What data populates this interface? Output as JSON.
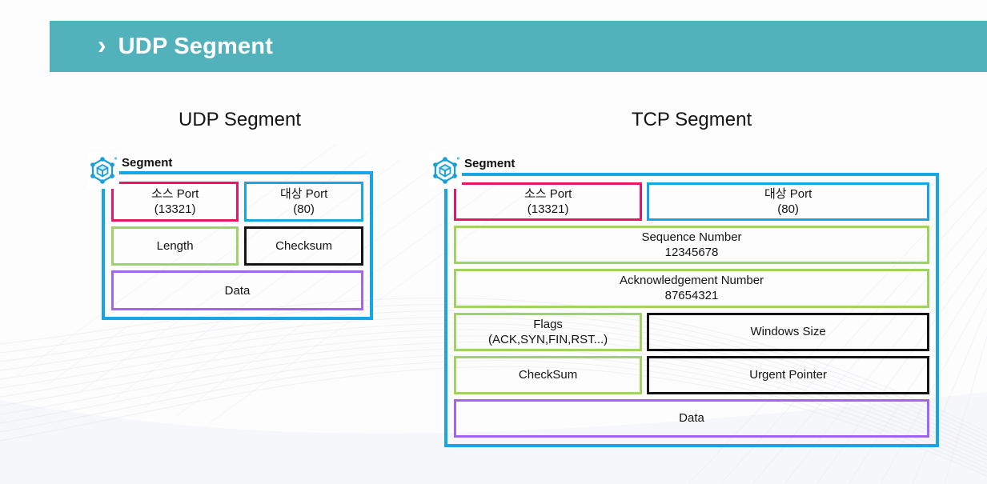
{
  "header": {
    "chevron": "›",
    "title": "UDP Segment"
  },
  "left_diagram": {
    "title": "UDP Segment",
    "segment_label": "Segment",
    "fields": {
      "source_port": {
        "line1": "소스 Port",
        "line2": "(13321)"
      },
      "dest_port": {
        "line1": "대상 Port",
        "line2": "(80)"
      },
      "length": {
        "line1": "Length",
        "line2": ""
      },
      "checksum": {
        "line1": "Checksum",
        "line2": ""
      },
      "data": {
        "line1": "Data",
        "line2": ""
      }
    }
  },
  "right_diagram": {
    "title": "TCP Segment",
    "segment_label": "Segment",
    "fields": {
      "source_port": {
        "line1": "소스 Port",
        "line2": "(13321)"
      },
      "dest_port": {
        "line1": "대상 Port",
        "line2": "(80)"
      },
      "sequence_number": {
        "line1": "Sequence Number",
        "line2": "12345678"
      },
      "acknowledgement_number": {
        "line1": "Acknowledgement Number",
        "line2": "87654321"
      },
      "flags": {
        "line1": "Flags",
        "line2": "(ACK,SYN,FIN,RST...)"
      },
      "windows_size": {
        "line1": "Windows Size",
        "line2": ""
      },
      "checksum": {
        "line1": "CheckSum",
        "line2": ""
      },
      "urgent_pointer": {
        "line1": "Urgent Pointer",
        "line2": ""
      },
      "data": {
        "line1": "Data",
        "line2": ""
      }
    }
  },
  "colors": {
    "header_bg": "#51B2BB",
    "outline_cyan": "#16A6E4",
    "field_pink": "#EC1561",
    "field_cyan": "#16A6E4",
    "field_green": "#9FD463",
    "field_purple": "#A265F0",
    "field_black": "#141414",
    "icon_blue": "#189FD6",
    "text": "#111111"
  }
}
